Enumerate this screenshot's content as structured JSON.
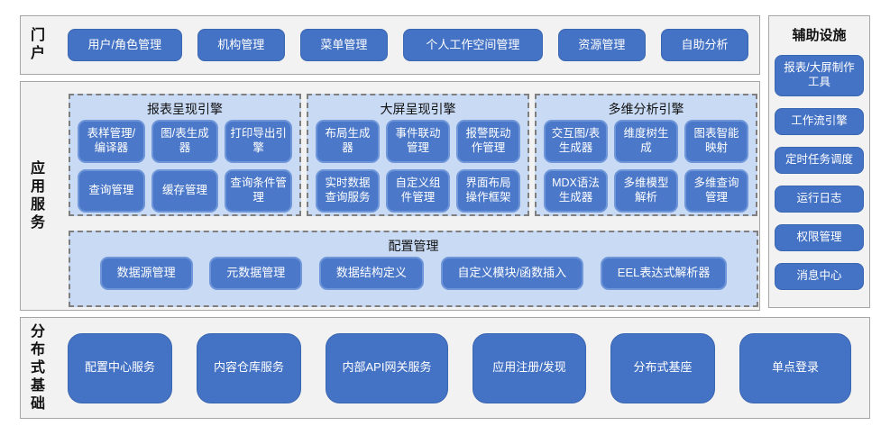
{
  "colors": {
    "accent_blue": "#4472c4",
    "module_blue": "#4b78c8",
    "panel_light_blue": "#c9daf4",
    "section_gray": "#f2f2f2",
    "border_gray": "#a6a6a6"
  },
  "portal": {
    "label": "门户",
    "buttons": [
      "用户/角色管理",
      "机构管理",
      "菜单管理",
      "个人工作空间管理",
      "资源管理",
      "自助分析"
    ]
  },
  "app_services": {
    "label": "应用服务",
    "engines": [
      {
        "title": "报表呈现引擎",
        "modules": [
          "表样管理/编译器",
          "图/表生成器",
          "打印导出引擎",
          "查询管理",
          "缓存管理",
          "查询条件管理"
        ]
      },
      {
        "title": "大屏呈现引擎",
        "modules": [
          "布局生成器",
          "事件联动管理",
          "报警既动作管理",
          "实时数据查询服务",
          "自定义组件管理",
          "界面布局操作框架"
        ]
      },
      {
        "title": "多维分析引擎",
        "modules": [
          "交互图/表生成器",
          "维度树生成",
          "图表智能映射",
          "MDX语法生成器",
          "多维模型解析",
          "多维查询管理"
        ]
      }
    ],
    "config": {
      "title": "配置管理",
      "modules": [
        "数据源管理",
        "元数据管理",
        "数据结构定义",
        "自定义模块/函数插入",
        "EEL表达式解析器"
      ]
    }
  },
  "auxiliary": {
    "title": "辅助设施",
    "buttons": [
      "报表/大屏制作工具",
      "工作流引擎",
      "定时任务调度",
      "运行日志",
      "权限管理",
      "消息中心"
    ]
  },
  "distributed": {
    "label": "分布式基础",
    "buttons": [
      "配置中心服务",
      "内容仓库服务",
      "内部API网关服务",
      "应用注册/发现",
      "分布式基座",
      "单点登录"
    ]
  }
}
